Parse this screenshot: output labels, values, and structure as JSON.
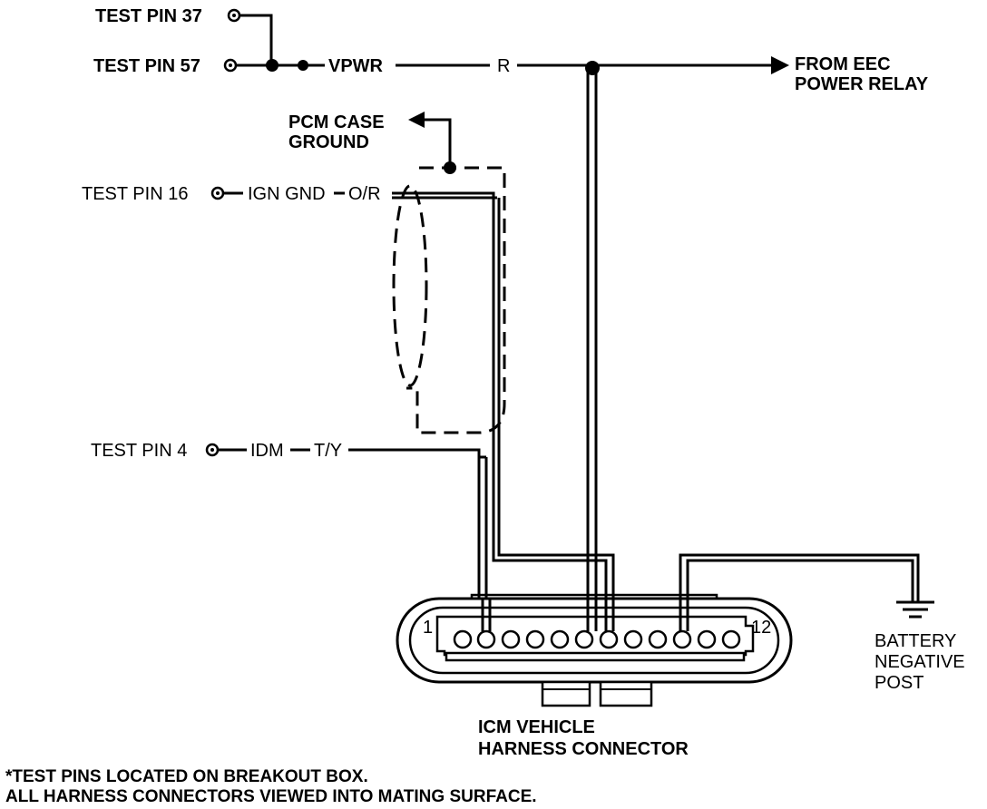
{
  "labels": {
    "test_pin_37": "TEST PIN 37",
    "test_pin_57": "TEST PIN 57",
    "vpwr": "VPWR",
    "r": "R",
    "from_eec_line1": "FROM EEC",
    "from_eec_line2": "POWER RELAY",
    "pcm_case_line1": "PCM CASE",
    "pcm_case_line2": "GROUND",
    "test_pin_16": "TEST PIN 16",
    "ign_gnd": "IGN GND",
    "o_r": "O/R",
    "test_pin_4": "TEST PIN 4",
    "idm": "IDM",
    "t_y": "T/Y",
    "pin_1": "1",
    "pin_12": "12",
    "icm_line1": "ICM VEHICLE",
    "icm_line2": "HARNESS CONNECTOR",
    "battery_line1": "BATTERY",
    "battery_line2": "NEGATIVE",
    "battery_line3": "POST"
  },
  "notes": {
    "line1": "*TEST PINS LOCATED ON BREAKOUT BOX.",
    "line2": "ALL HARNESS CONNECTORS VIEWED INTO MATING SURFACE."
  }
}
